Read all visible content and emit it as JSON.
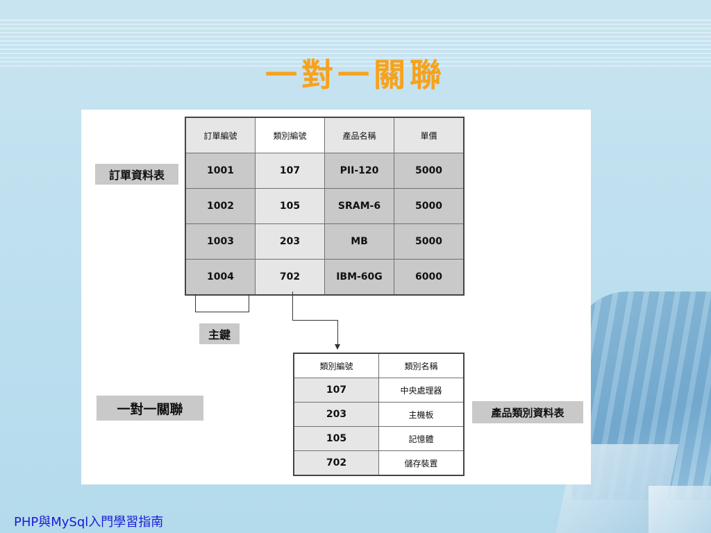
{
  "slide": {
    "title": "一對一關聯",
    "footer": "PHP與MySql入門學習指南"
  },
  "labels": {
    "order_table": "訂單資料表",
    "primary_key": "主鍵",
    "one_to_one": "一對一關聯",
    "product_category_table": "產品類別資料表"
  },
  "orders_table": {
    "headers": [
      "訂單編號",
      "類別編號",
      "產品名稱",
      "單價"
    ],
    "rows": [
      [
        "1001",
        "107",
        "PII-120",
        "5000"
      ],
      [
        "1002",
        "105",
        "SRAM-6",
        "5000"
      ],
      [
        "1003",
        "203",
        "MB",
        "5000"
      ],
      [
        "1004",
        "702",
        "IBM-60G",
        "6000"
      ]
    ]
  },
  "category_table": {
    "headers": [
      "類別編號",
      "類別名稱"
    ],
    "rows": [
      [
        "107",
        "中央處理器"
      ],
      [
        "203",
        "主機板"
      ],
      [
        "105",
        "記憶體"
      ],
      [
        "702",
        "儲存裝置"
      ]
    ]
  }
}
